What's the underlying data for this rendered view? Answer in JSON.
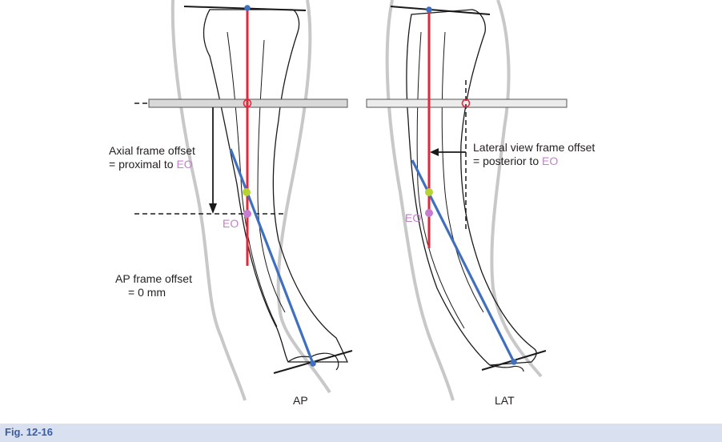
{
  "labels": {
    "axial_offset_line1": "Axial frame offset",
    "axial_offset_line2_prefix": "= proximal to",
    "lateral_offset_line1": "Lateral view frame offset",
    "lateral_offset_line2_prefix": "= posterior to",
    "eo": "EO",
    "ap_offset_line1": "AP frame offset",
    "ap_offset_line2": "= 0 mm",
    "ap_view": "AP",
    "lat_view": "LAT"
  },
  "caption": "Fig. 12-16",
  "colors": {
    "mechanical_axis": "#e8263a",
    "anatomic_axis": "#3f6fbf",
    "intersection_point": "#b5d334",
    "eo_point": "#c77dcf",
    "joint_point": "#3f6fbf",
    "bone_outline": "#1a1a1a",
    "soft_tissue": "#c8c8c8",
    "ring_fill": "#d9d9d9",
    "caption_bar": "#d9e1f1",
    "caption_text": "#3a5ba4"
  }
}
